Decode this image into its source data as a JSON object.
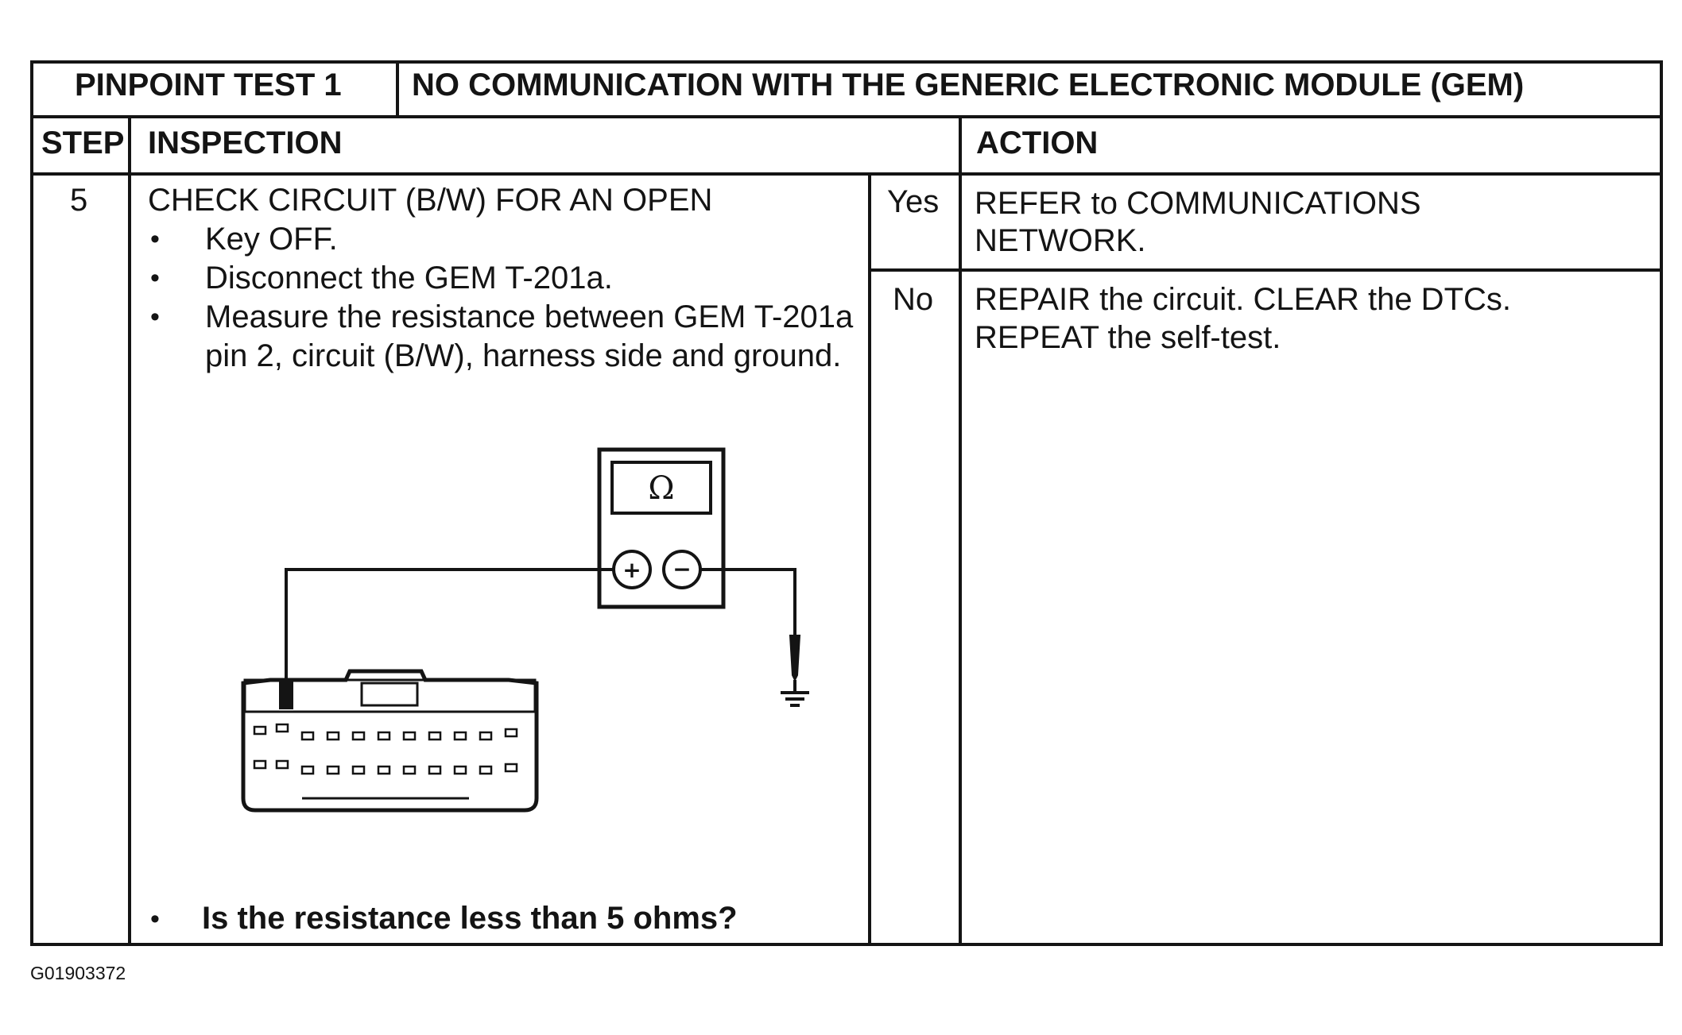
{
  "header": {
    "test_label": "PINPOINT TEST 1",
    "test_title": "NO COMMUNICATION WITH THE GENERIC ELECTRONIC MODULE (GEM)"
  },
  "columns": {
    "step": "STEP",
    "inspection": "INSPECTION",
    "action": "ACTION"
  },
  "row": {
    "step_number": "5",
    "inspection_heading": "CHECK CIRCUIT (B/W) FOR AN OPEN",
    "bullets": [
      "Key OFF.",
      "Disconnect the GEM T-201a.",
      "Measure the resistance between GEM T-201a",
      "pin 2, circuit (B/W), harness side and ground."
    ],
    "question": "Is the resistance less than 5 ohms?",
    "answers": [
      {
        "label": "Yes",
        "action_line1": "REFER to COMMUNICATIONS",
        "action_line2": "NETWORK."
      },
      {
        "label": "No",
        "action_line1": "REPAIR the circuit.  CLEAR the DTCs.",
        "action_line2": "REPEAT the self-test."
      }
    ]
  },
  "diagram": {
    "meter_symbol": "Ω",
    "plus_symbol": "+",
    "minus_symbol": "−"
  },
  "figure_id": "G01903372"
}
